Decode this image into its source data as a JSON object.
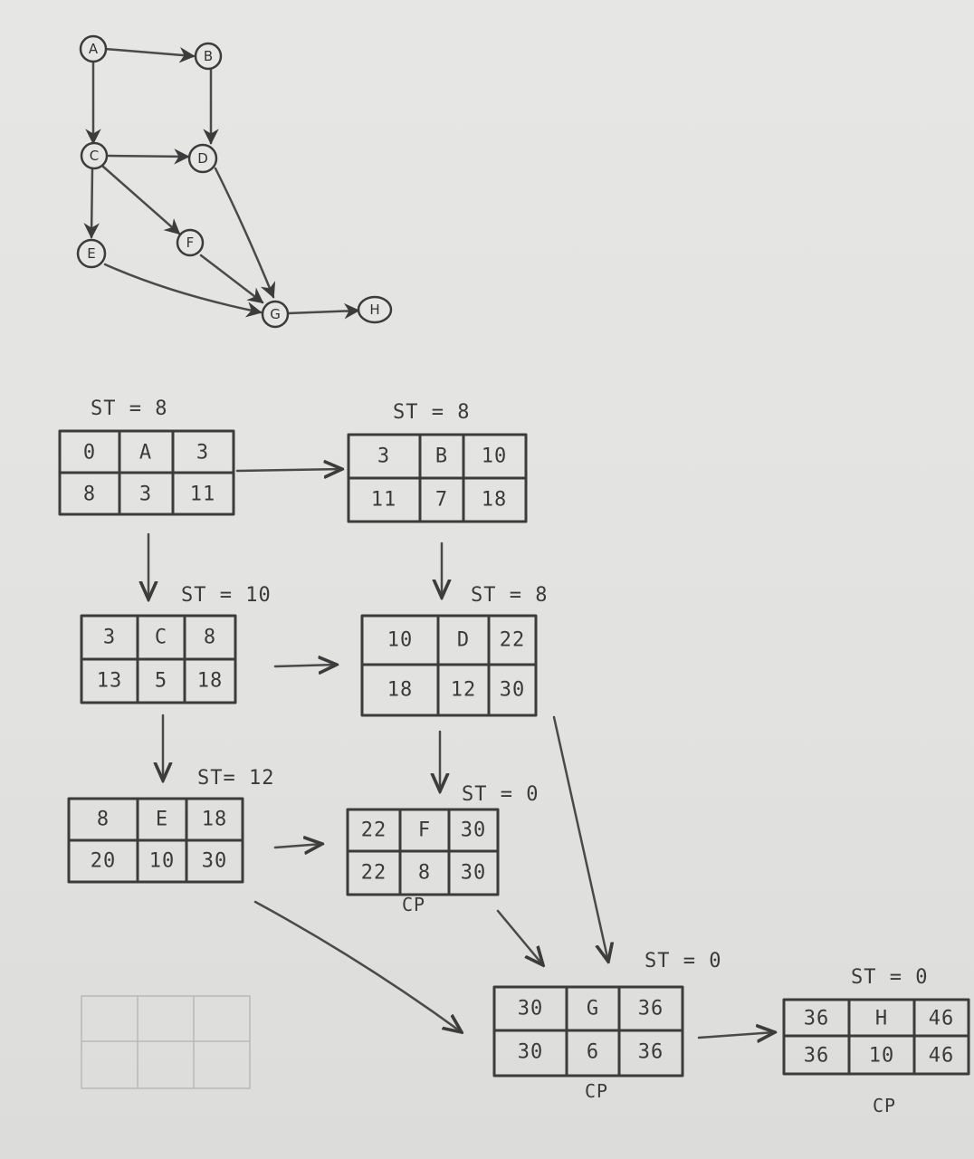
{
  "network": {
    "nodes": [
      {
        "id": "A",
        "label": "A"
      },
      {
        "id": "B",
        "label": "B"
      },
      {
        "id": "C",
        "label": "C"
      },
      {
        "id": "D",
        "label": "D"
      },
      {
        "id": "E",
        "label": "E"
      },
      {
        "id": "F",
        "label": "F"
      },
      {
        "id": "G",
        "label": "G"
      },
      {
        "id": "H",
        "label": "H"
      }
    ],
    "edges": [
      [
        "A",
        "B"
      ],
      [
        "A",
        "C"
      ],
      [
        "B",
        "D"
      ],
      [
        "C",
        "D"
      ],
      [
        "C",
        "E"
      ],
      [
        "C",
        "F"
      ],
      [
        "D",
        "G"
      ],
      [
        "E",
        "G"
      ],
      [
        "F",
        "G"
      ],
      [
        "G",
        "H"
      ]
    ]
  },
  "activities": [
    {
      "id": "A",
      "es": "0",
      "name": "A",
      "ef": "3",
      "ls": "8",
      "dur": "3",
      "lf": "11",
      "slack": "ST = 8"
    },
    {
      "id": "B",
      "es": "3",
      "name": "B",
      "ef": "10",
      "ls": "11",
      "dur": "7",
      "lf": "18",
      "slack": "ST = 8"
    },
    {
      "id": "C",
      "es": "3",
      "name": "C",
      "ef": "8",
      "ls": "13",
      "dur": "5",
      "lf": "18",
      "slack": "ST = 10"
    },
    {
      "id": "D",
      "es": "10",
      "name": "D",
      "ef": "22",
      "ls": "18",
      "dur": "12",
      "lf": "30",
      "slack": "ST = 8"
    },
    {
      "id": "E",
      "es": "8",
      "name": "E",
      "ef": "18",
      "ls": "20",
      "dur": "10",
      "lf": "30",
      "slack": "ST= 12"
    },
    {
      "id": "F",
      "es": "22",
      "name": "F",
      "ef": "30",
      "ls": "22",
      "dur": "8",
      "lf": "30",
      "slack": "ST = 0",
      "tag": "CP"
    },
    {
      "id": "G",
      "es": "30",
      "name": "G",
      "ef": "36",
      "ls": "30",
      "dur": "6",
      "lf": "36",
      "slack": "ST = 0",
      "tag": "CP"
    },
    {
      "id": "H",
      "es": "36",
      "name": "H",
      "ef": "46",
      "ls": "36",
      "dur": "10",
      "lf": "46",
      "slack": "ST = 0",
      "tag": "CP"
    }
  ],
  "colors": {
    "ink": "#3c3c3c",
    "paper": "#e4e4e2"
  }
}
